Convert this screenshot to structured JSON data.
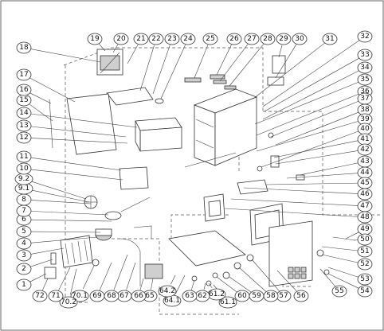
{
  "diagram": {
    "callouts": [
      "1",
      "2",
      "3",
      "4",
      "5",
      "6",
      "7",
      "8",
      "9.1",
      "9.2",
      "10",
      "11",
      "12",
      "13",
      "14",
      "15",
      "16",
      "17",
      "18",
      "19",
      "20",
      "21",
      "22",
      "23",
      "24",
      "25",
      "26",
      "27",
      "28",
      "29",
      "30",
      "31",
      "32",
      "33",
      "34",
      "35",
      "36",
      "37",
      "38",
      "39",
      "40",
      "41",
      "42",
      "43",
      "44",
      "45",
      "46",
      "47",
      "48",
      "49",
      "50",
      "51",
      "52",
      "53",
      "54",
      "55",
      "56",
      "57",
      "58",
      "59",
      "60",
      "61.1",
      "61.2",
      "62",
      "63",
      "64.1",
      "64.2",
      "65",
      "66",
      "67",
      "68",
      "69",
      "70.1",
      "70.2",
      "71",
      "72"
    ]
  }
}
